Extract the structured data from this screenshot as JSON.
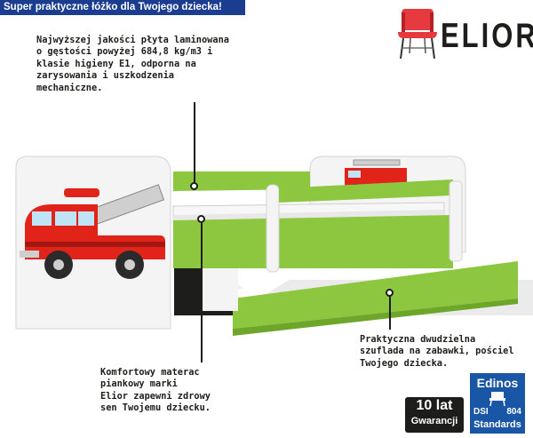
{
  "header": {
    "title": "Super praktyczne łóżko dla Twojego dziecka!"
  },
  "brand": {
    "name": "ELIOR",
    "logo_icon": "chair-icon",
    "accent_color": "#e63a3f"
  },
  "colors": {
    "bed_green": "#8dc63f",
    "bed_white": "#f4f4f4",
    "truck_red": "#e2231a"
  },
  "callouts": {
    "board": "Najwyższej jakości płyta laminowana\no gęstości powyżej 684,8 kg/m3 i\nklasie higieny E1, odporna na\nzarysowania i uszkodzenia\nmechaniczne.",
    "drawer": "Praktyczna dwudzielna\nszuflada na zabawki, pościel\nTwojego dziecka.",
    "mattress": "Komfortowy materac\npiankowy marki\nElior zapewni zdrowy\nsen Twojemu dziecku."
  },
  "badges": {
    "warranty_main": "10 lat",
    "warranty_sub": "Gwarancji",
    "edinos_brand": "Edinos",
    "edinos_left": "DSI",
    "edinos_num": "804",
    "edinos_std": "Standards"
  }
}
